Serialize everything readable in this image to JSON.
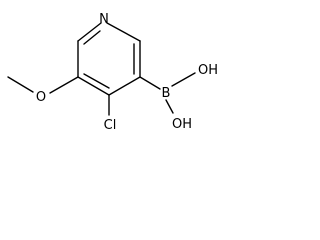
{
  "molecule": {
    "atoms": {
      "nitrogen": "N",
      "chlorine": "Cl",
      "oxygen": "O",
      "boron": "B",
      "hydroxyl_top": "OH",
      "hydroxyl_bottom": "OH"
    }
  }
}
